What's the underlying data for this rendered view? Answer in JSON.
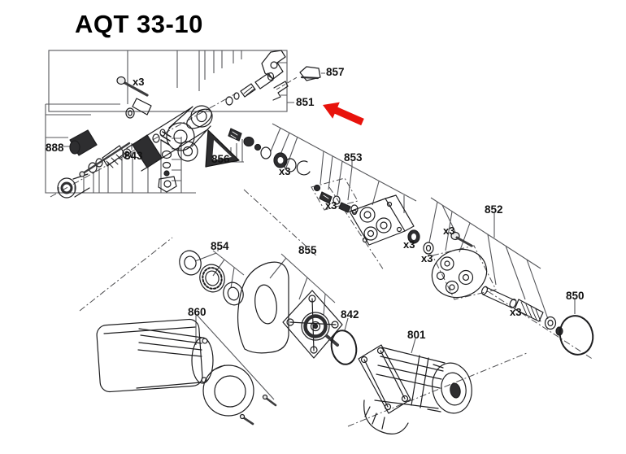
{
  "page": {
    "title_model": "AQT 33-10"
  },
  "diagram": {
    "type": "exploded-parts-diagram",
    "quantity_marker": "x3",
    "highlighted_part": "851",
    "colors": {
      "arrow": "#e8130c",
      "line_art": "#1d1d1f",
      "construction": "#55565a"
    },
    "callouts": {
      "c801": "801",
      "c842": "842",
      "c843": "843",
      "c850": "850",
      "c851": "851",
      "c852": "852",
      "c853": "853",
      "c854": "854",
      "c855": "855",
      "c856": "856",
      "c857": "857",
      "c860": "860",
      "c888": "888"
    }
  }
}
